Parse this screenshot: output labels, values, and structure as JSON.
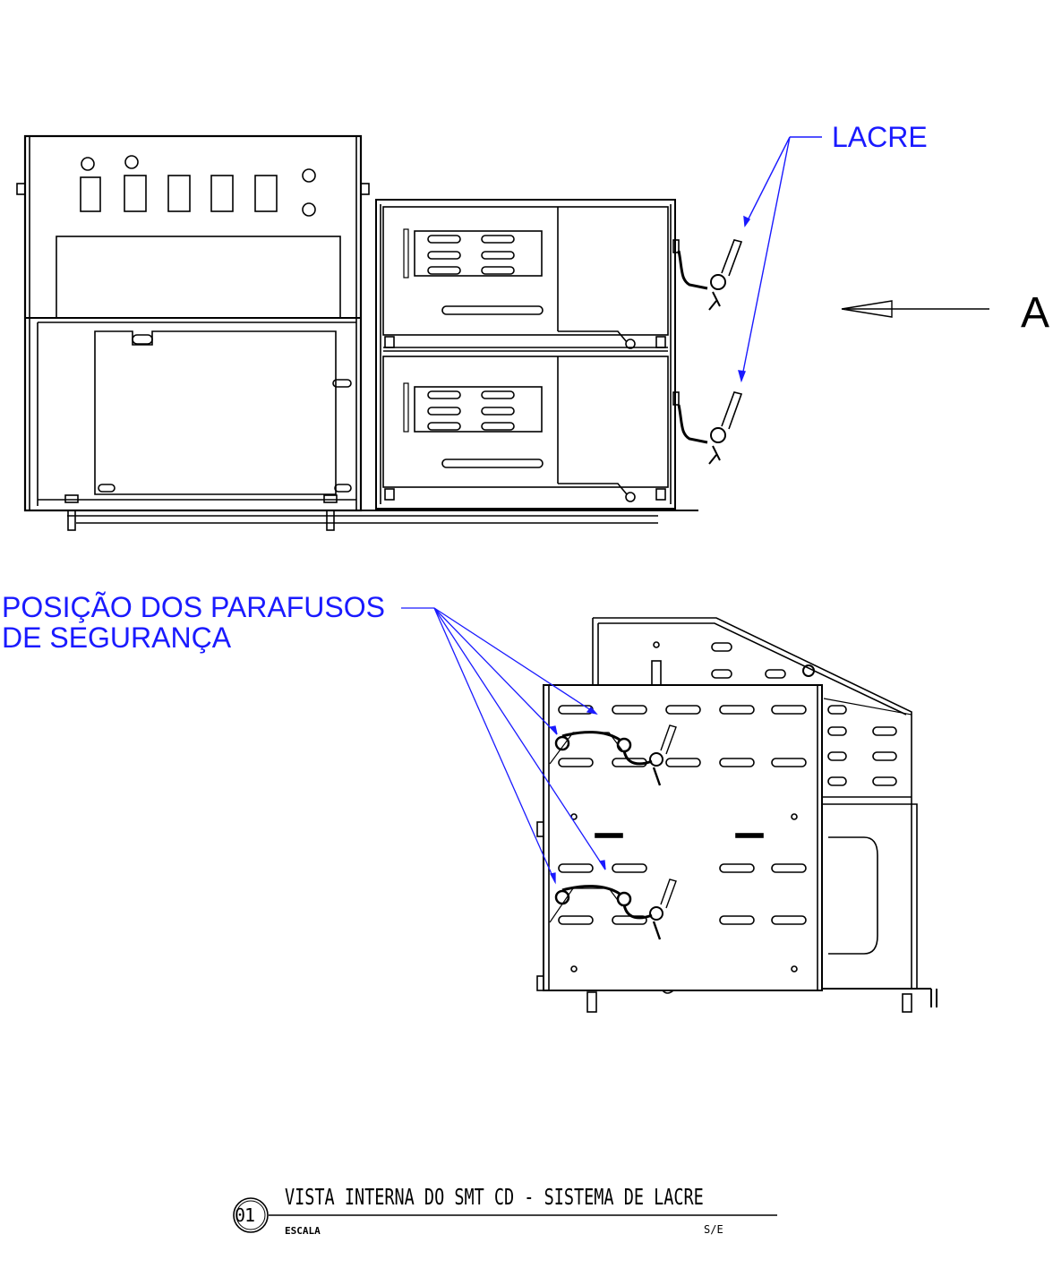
{
  "callouts": {
    "lacre": "LACRE",
    "parafusos_line1": "POSIÇÃO DOS PARAFUSOS",
    "parafusos_line2": "DE SEGURANÇA"
  },
  "view_marker": "A",
  "title_block": {
    "number": "01",
    "title": "VISTA INTERNA  DO SMT CD - SISTEMA DE LACRE",
    "scale_label": "ESCALA",
    "scale_value": "S/E"
  },
  "colors": {
    "linework": "#000000",
    "callout": "#1a1aff"
  }
}
